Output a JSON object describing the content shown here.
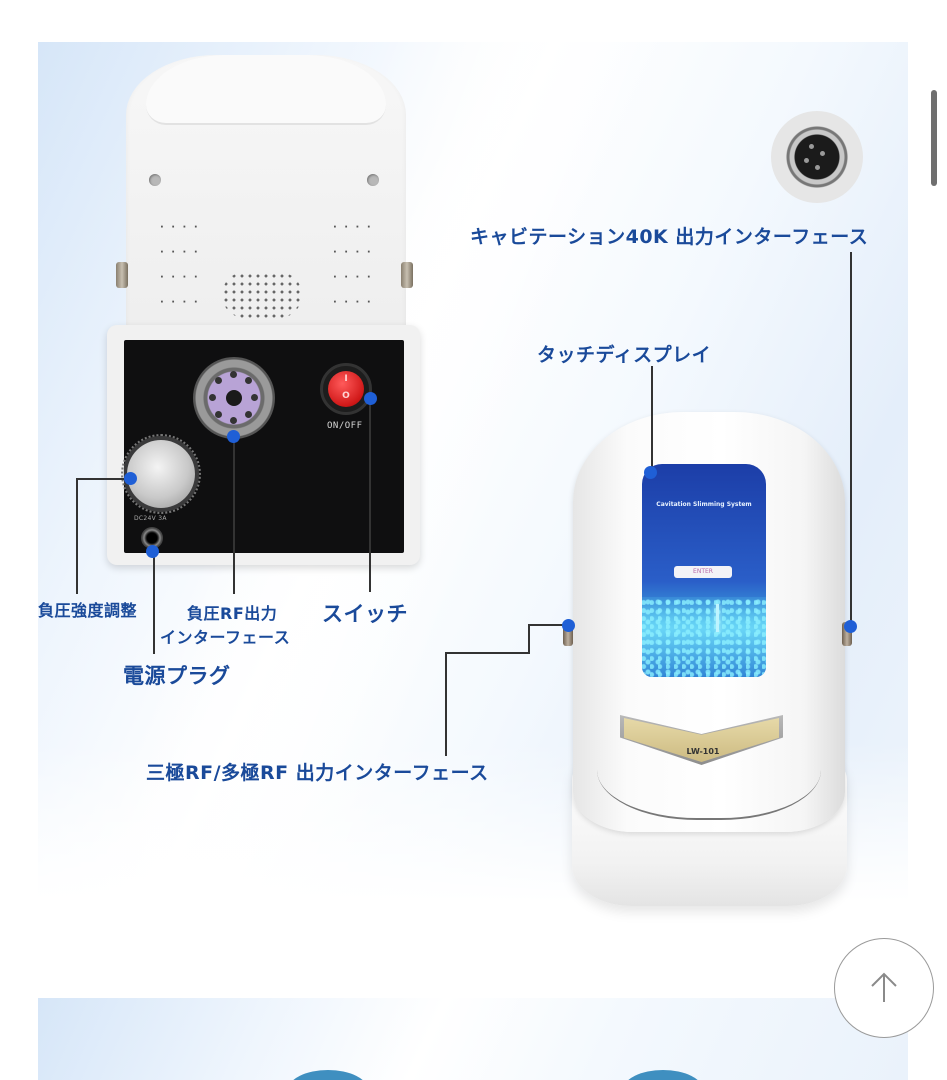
{
  "product": {
    "model": "LW-101",
    "screen": {
      "title": "Cavitation Slimming System",
      "button": "ENTER"
    },
    "back_panel": {
      "switch_label": "ON/OFF",
      "switch_on": "I",
      "switch_off": "O",
      "dc_label": "DC24V 3A"
    }
  },
  "callouts": {
    "cavitation_port": "キャビテーション40K 出力インターフェース",
    "touch_display": "タッチディスプレイ",
    "negative_pressure_adjust": "負圧強度調整",
    "negative_pressure_rf_line1": "負圧RF出力",
    "negative_pressure_rf_line2": "インターフェース",
    "switch": "スイッチ",
    "power_plug": "電源プラグ",
    "rf_port": "三極RF/多極RF 出力インターフェース"
  },
  "colors": {
    "label_text": "#1a4a9a",
    "callout_dot": "#1f5fd6",
    "leader_line": "#333333"
  },
  "controls": {
    "scroll_to_top": "arrow-up"
  }
}
